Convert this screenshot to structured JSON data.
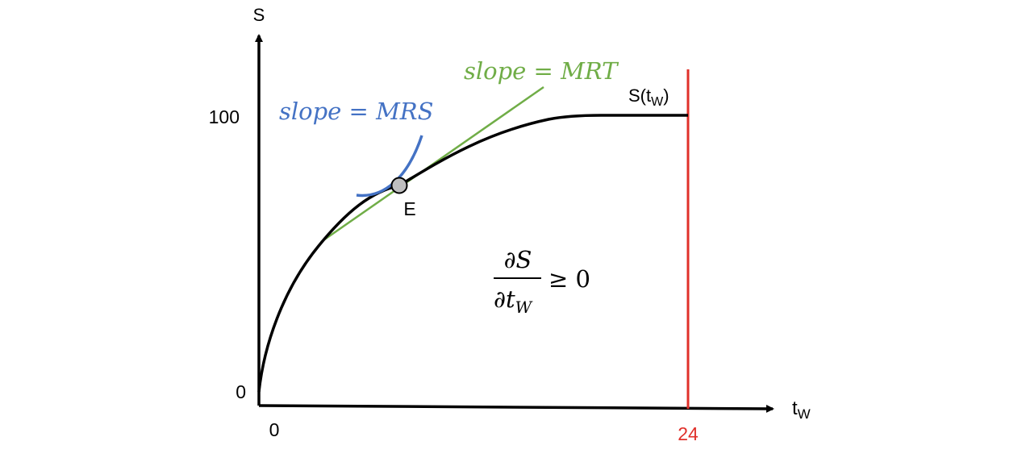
{
  "axes": {
    "y_label": "S",
    "x_label_base": "t",
    "x_label_sub": "W",
    "y_tick_top": "100",
    "y_tick_origin": "0",
    "x_tick_origin": "0",
    "x_tick_end": "24"
  },
  "curve": {
    "label_base": "S(t",
    "label_sub": "W",
    "label_close": ")"
  },
  "point": {
    "label": "E"
  },
  "annotations": {
    "mrt": "slope = MRT",
    "mrs": "slope = MRS",
    "derivative_num": "∂S",
    "derivative_den_base": "∂t",
    "derivative_den_sub": "W",
    "derivative_rel": "≥ 0"
  },
  "colors": {
    "axis": "#000000",
    "curve": "#000000",
    "tangent_mrt": "#70AD47",
    "indifference_mrs": "#4472C4",
    "limit_line": "#E0302A",
    "point_fill": "#BFBFBF"
  }
}
